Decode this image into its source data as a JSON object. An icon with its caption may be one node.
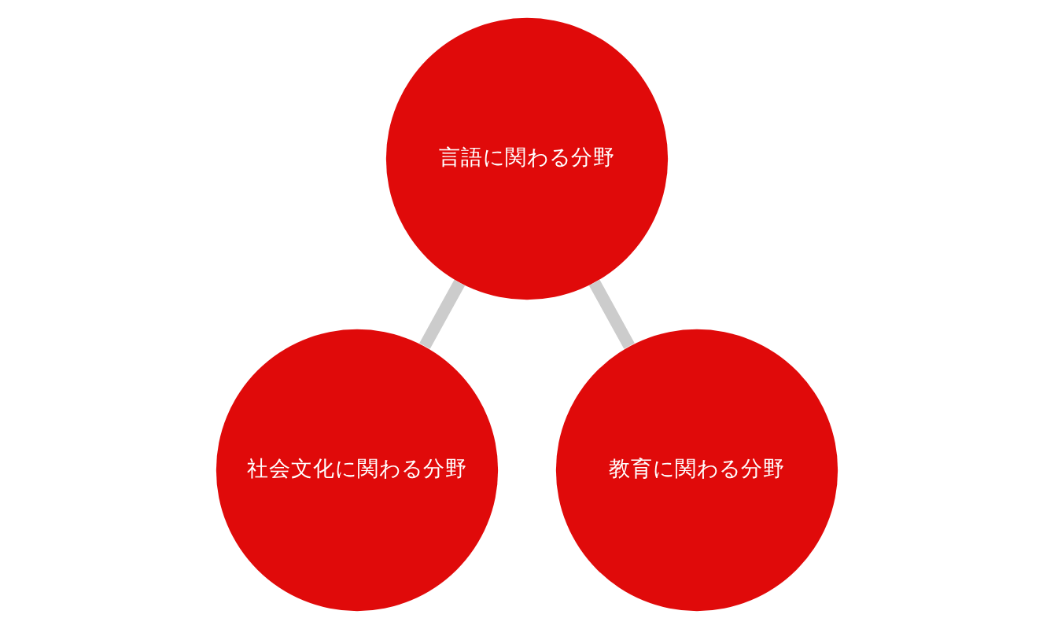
{
  "diagram": {
    "nodes": [
      {
        "text": [
          "言語に関わる分野"
        ]
      },
      {
        "text": [
          "社会文化に関わる分野"
        ]
      },
      {
        "text": [
          "教育に関わる分野"
        ]
      }
    ],
    "edges": [
      {
        "from": 0,
        "to": 1,
        "arrow": "none"
      },
      {
        "from": 0,
        "to": 2,
        "arrow": "none"
      }
    ]
  }
}
